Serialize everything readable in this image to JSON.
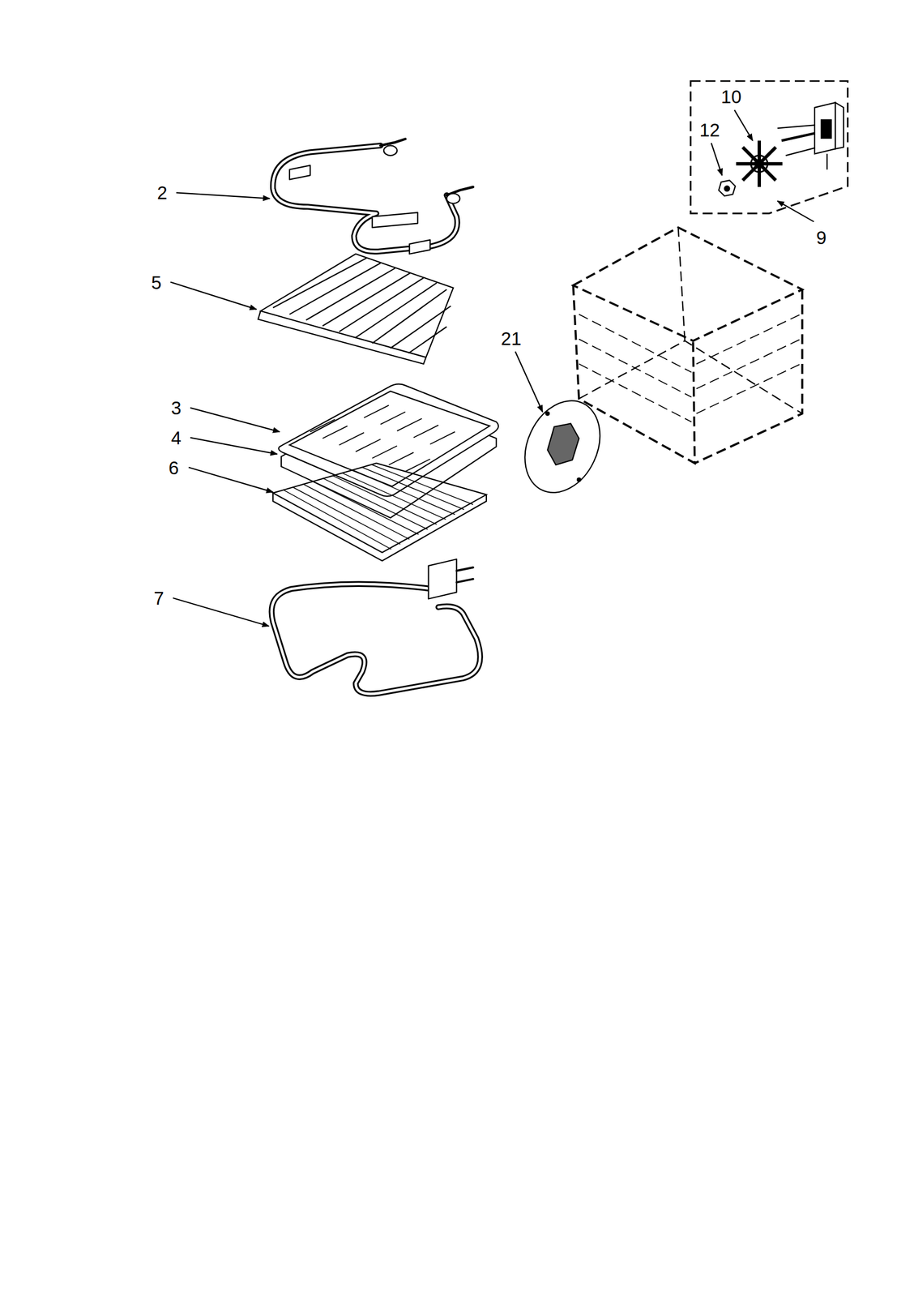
{
  "diagram": {
    "labels": [
      "10",
      "12",
      "2",
      "9",
      "5",
      "21",
      "3",
      "4",
      "6",
      "7"
    ]
  }
}
